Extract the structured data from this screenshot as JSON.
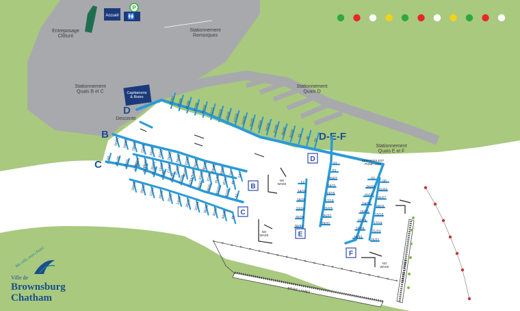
{
  "map": {
    "areas": {
      "entreposage": "Entreposage\nClôturé",
      "remorques": "Stationnement\nRemorques",
      "quais_bc": "Stationnement\nQuais B et C",
      "quais_d": "Stationnement\nQuais D",
      "quais_ef": "Stationnement\nQuais E et F",
      "capitainerie": "Capitainerie\n& Bistro",
      "descente": "Descente",
      "accueil": "Accueil",
      "parking_sign": "P",
      "services": "SERVICES EST\nPUMP OUT",
      "no_wake": "NO\nWAKE",
      "brise_lames": "BRISE-LAMES"
    },
    "section_labels": [
      "D",
      "B",
      "C",
      "D-E-F"
    ],
    "dock_boxes": [
      "B",
      "C",
      "D",
      "E",
      "F"
    ],
    "dots": [
      "#2eaa3a",
      "#e8262a",
      "#ffffff",
      "#f2d21a",
      "#2eaa3a",
      "#e8262a",
      "#ffffff",
      "#f2d21a",
      "#2eaa3a",
      "#e8262a",
      "#ffffff"
    ],
    "slips": {
      "dock_d_top": [
        "01/02",
        "03/04",
        "05/06",
        "07/08",
        "09/10",
        "11/12",
        "13/14",
        "15/16",
        "17/18",
        "19/20",
        "21/22",
        "23/24",
        "25/26",
        "27/28",
        "29/30",
        "31/32",
        "33",
        "35",
        "37"
      ],
      "dock_b": [
        "00/02",
        "04/06",
        "08/10",
        "12/14",
        "16/18",
        "20/22",
        "24/26",
        "28/30",
        "32/34",
        "36/38",
        "40/42",
        "44/46",
        "48/50",
        "52",
        "54"
      ],
      "dock_b_lower": [
        "01/03",
        "05/07",
        "09/11",
        "13/15",
        "17/19",
        "21/23",
        "25/27",
        "29/31",
        "33/35",
        "37/39",
        "41/43",
        "45/47",
        "49"
      ],
      "dock_c": [
        "02",
        "01-08",
        "03/05",
        "07/09",
        "11/13",
        "15/17",
        "19/21",
        "23/25",
        "27/29",
        "31/33",
        "35/37",
        "39/41",
        "43/45",
        "47/49",
        "51"
      ],
      "dock_c_lower": [
        "04/06",
        "08/10",
        "12/14",
        "16/18",
        "20/22",
        "24/26",
        "28/30",
        "32/34",
        "36/38",
        "40/42",
        "44/46",
        "48"
      ],
      "dock_e": [
        "01",
        "03",
        "05/07",
        "09/11",
        "13/15",
        "17/19",
        "21/23",
        "25/27",
        "29/31"
      ],
      "dock_e_left": [
        "12",
        "14/16",
        "18/20",
        "22/24",
        "26/28",
        "30/32"
      ],
      "dock_f": [
        "02",
        "06/08",
        "10/12",
        "14/16",
        "18/20",
        "22/24",
        "26/28",
        "30/32"
      ],
      "dock_f_right": [
        "00",
        "01/03",
        "05/07",
        "09/11",
        "13/15",
        "17/19",
        "21/23",
        "25/27"
      ]
    },
    "logo": {
      "slogan": "Ma ville, mon choix!",
      "line1": "Ville de",
      "line2": "Brownsburg",
      "line3": "Chatham"
    },
    "colors": {
      "land": "#a9c97e",
      "water": "#ffffff",
      "pavement": "#a8a9ad",
      "dock": "#2b9ad6",
      "section_text": "#1d4f8f",
      "navy_building": "#1b3a7a"
    }
  }
}
